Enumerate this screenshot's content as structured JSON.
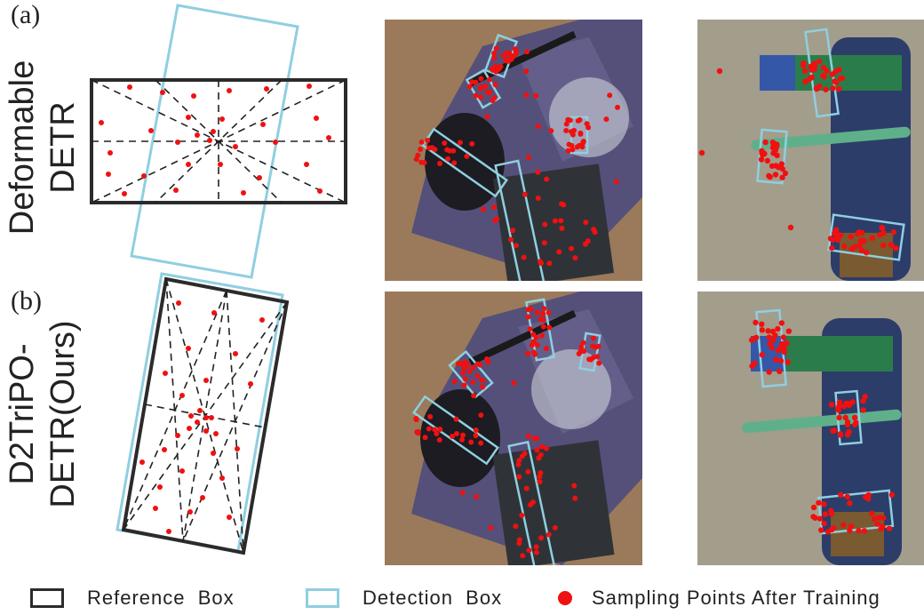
{
  "panel_labels": {
    "a": "(a)",
    "b": "(b)"
  },
  "row_titles": {
    "row_a": [
      "Deformable",
      "DETR"
    ],
    "row_b": [
      "D2TriPO-",
      "DETR(Ours)"
    ]
  },
  "legend": {
    "reference_box": "Reference  Box",
    "detection_box": "Detection  Box",
    "sampling_points": "Sampling Points After Training"
  },
  "colors": {
    "reference_box": "#2b2b2b",
    "detection_box": "#8fcfe0",
    "sampling_point": "#f01010",
    "dashed_line": "#222222"
  },
  "photos": [
    {
      "name": "scene-1-deformable",
      "background": "#9a7a5a"
    },
    {
      "name": "scene-2-deformable",
      "background": "#a39d8c"
    },
    {
      "name": "scene-1-ours",
      "background": "#9a7a5a"
    },
    {
      "name": "scene-2-ours",
      "background": "#a39d8c"
    }
  ]
}
